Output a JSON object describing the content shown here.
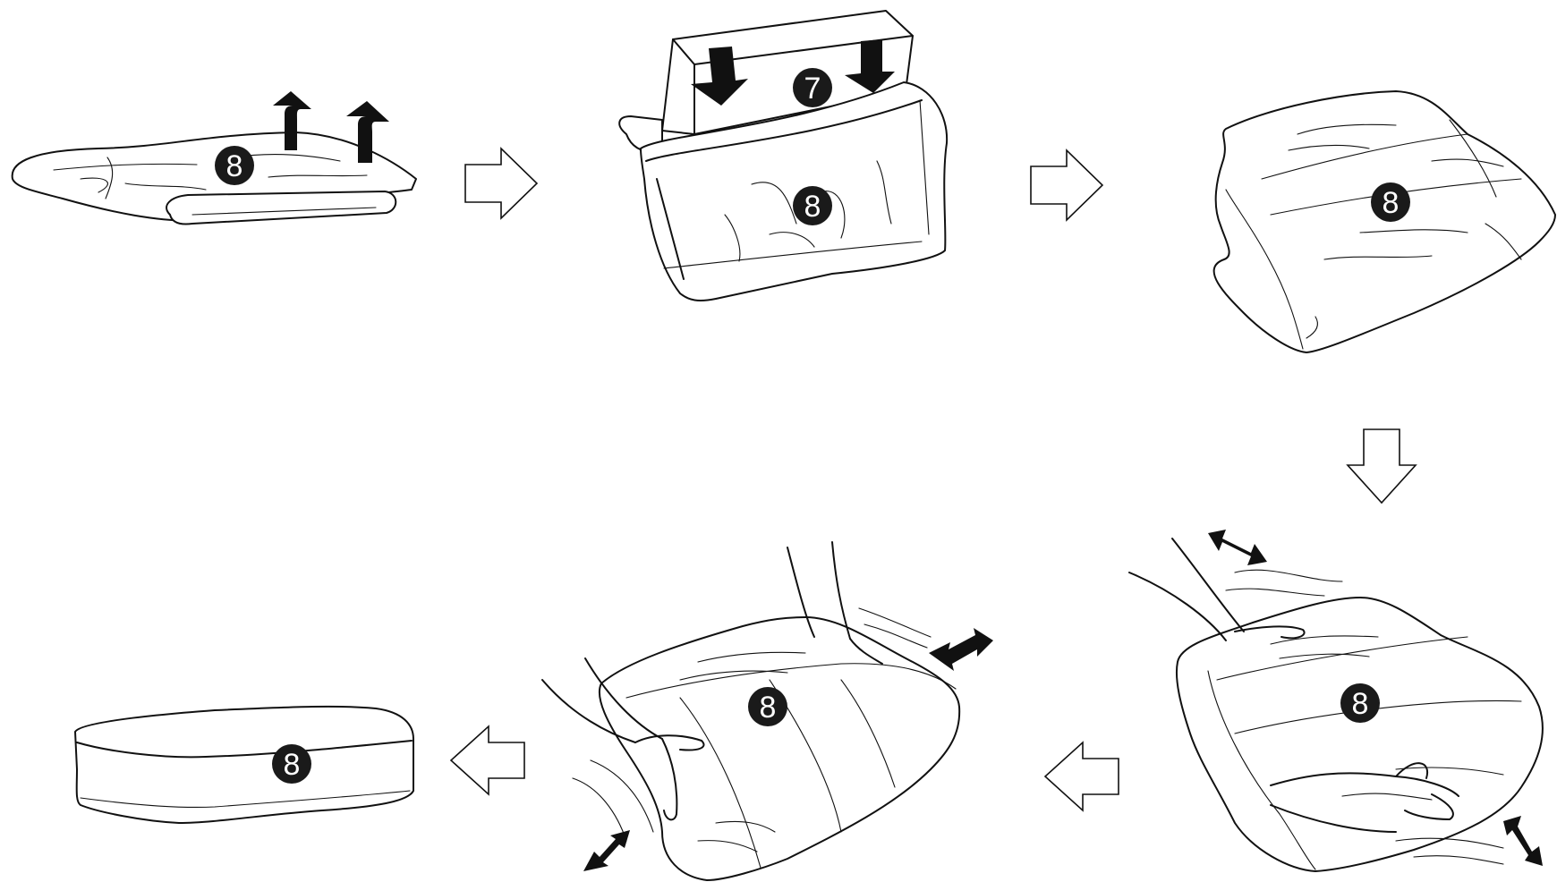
{
  "badges": {
    "step1_cover": "8",
    "step2_foam": "7",
    "step2_cover": "8",
    "step3_cushion": "8",
    "step4_cushion": "8",
    "step5_cushion": "8",
    "step6_cushion": "8"
  },
  "colors": {
    "line": "#111111",
    "badge_fill": "#1a1a1a",
    "badge_text": "#ffffff",
    "background": "#ffffff"
  },
  "flow_arrows": [
    "right",
    "right",
    "down",
    "left",
    "left"
  ]
}
